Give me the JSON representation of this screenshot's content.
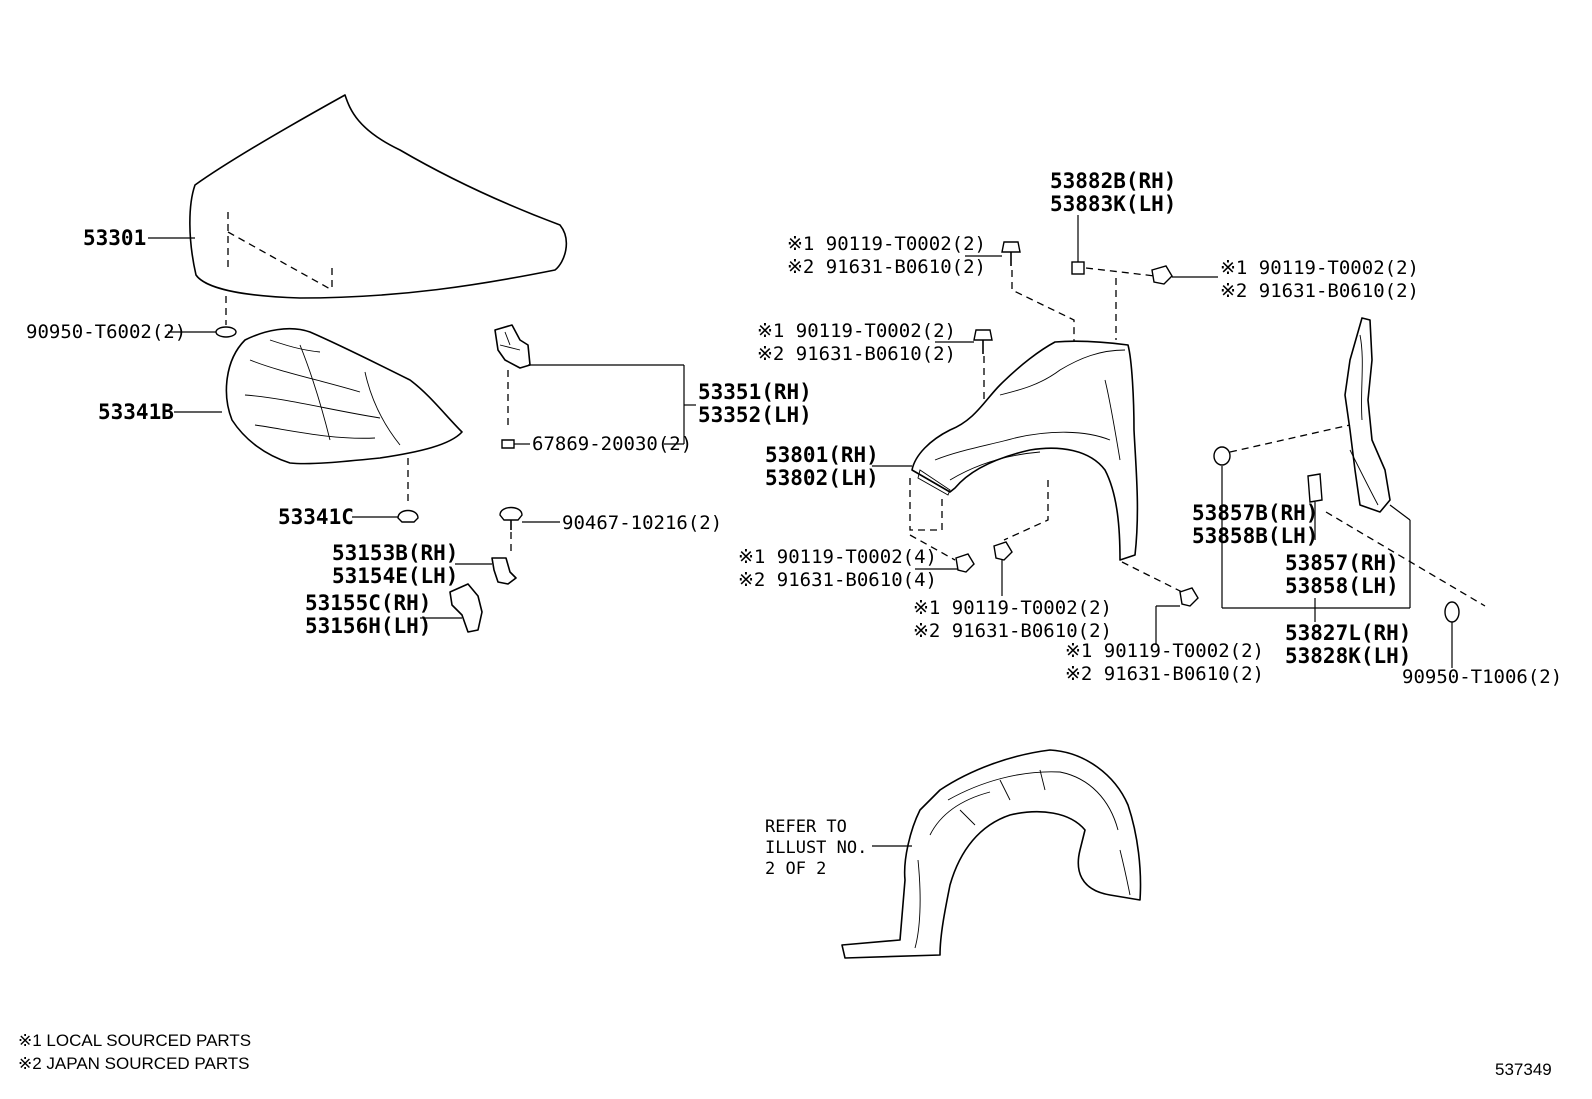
{
  "labels": {
    "hood": "53301",
    "hood_cushion": "90950-T6002(2)",
    "hood_insulator": "53341B",
    "insulator_clip": "53341C",
    "hinge_rh": "53351(RH)",
    "hinge_lh": "53352(LH)",
    "hinge_bolt": "67869-20030(2)",
    "clip_90467": "90467-10216(2)",
    "lock_rh": "53153B(RH)",
    "lock_lh": "53154E(LH)",
    "support_rh": "53155C(RH)",
    "support_lh": "53156H(LH)",
    "fender_rh": "53801(RH)",
    "fender_lh": "53802(LH)",
    "bracket_rh": "53882B(RH)",
    "bracket_lh": "53883K(LH)",
    "seal_rh": "53857B(RH)",
    "seal_lh": "53858B(LH)",
    "protector_rh": "53857(RH)",
    "protector_lh": "53858(LH)",
    "panel_rh": "53827L(RH)",
    "panel_lh": "53828K(LH)",
    "cushion_90950": "90950-T1006(2)",
    "bolt_a1": "※1 90119-T0002(2)",
    "bolt_a2": "※2 91631-B0610(2)",
    "bolt_b1": "※1 90119-T0002(2)",
    "bolt_b2": "※2 91631-B0610(2)",
    "bolt_c1": "※1 90119-T0002(2)",
    "bolt_c2": "※2 91631-B0610(2)",
    "bolt_d1": "※1 90119-T0002(4)",
    "bolt_d2": "※2 91631-B0610(4)",
    "bolt_e1": "※1 90119-T0002(2)",
    "bolt_e2": "※2 91631-B0610(2)",
    "bolt_f1": "※1 90119-T0002(2)",
    "bolt_f2": "※2 91631-B0610(2)",
    "refer_1": "REFER TO",
    "refer_2": "ILLUST NO.",
    "refer_3": "2 OF 2"
  },
  "footnotes": {
    "note1": "※1 LOCAL SOURCED PARTS",
    "note2": "※2 JAPAN SOURCED PARTS"
  },
  "illustration_number": "537349"
}
